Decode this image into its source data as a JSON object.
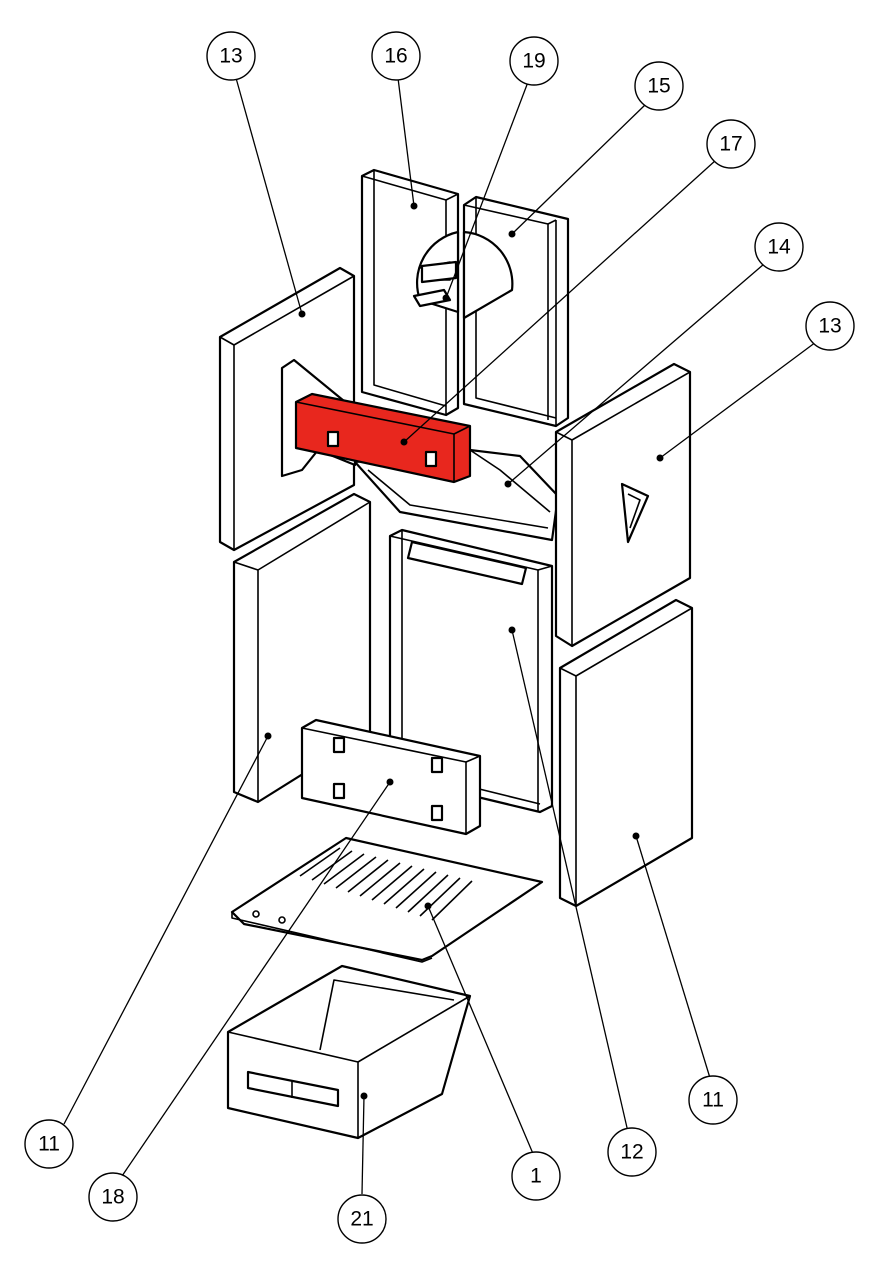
{
  "diagram": {
    "colors": {
      "highlight": "#e8271e",
      "line": "#000000",
      "background": "#ffffff"
    },
    "callouts": [
      {
        "label": "13"
      },
      {
        "label": "16"
      },
      {
        "label": "19"
      },
      {
        "label": "15"
      },
      {
        "label": "17"
      },
      {
        "label": "14"
      },
      {
        "label": "13"
      },
      {
        "label": "11"
      },
      {
        "label": "18"
      },
      {
        "label": "21"
      },
      {
        "label": "1"
      },
      {
        "label": "12"
      },
      {
        "label": "11"
      }
    ]
  }
}
